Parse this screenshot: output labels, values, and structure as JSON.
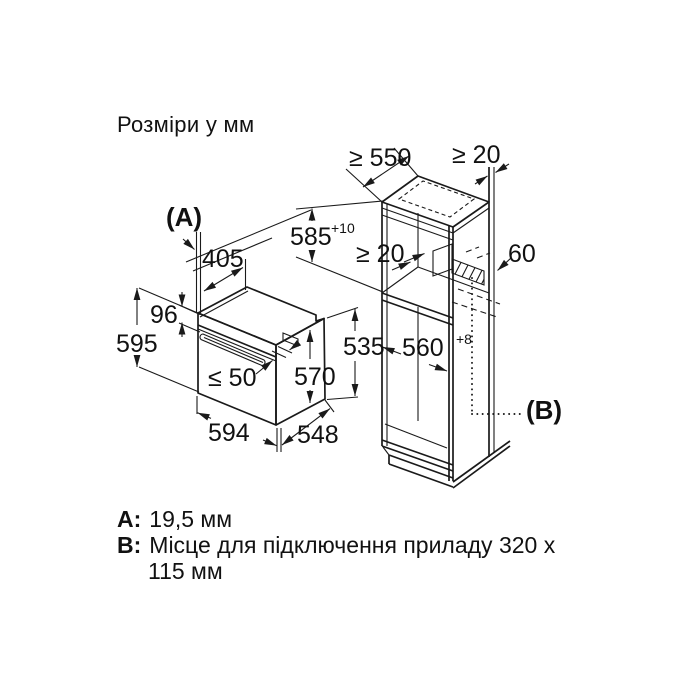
{
  "title": "Розміри у мм",
  "oven": {
    "dims": {
      "a_ref": "(A)",
      "top_depth": "405",
      "panel_height": "96",
      "height": "595",
      "handle_clearance": "≤ 50",
      "body_height": "570",
      "width": "594",
      "depth": "548",
      "rear_height": "535"
    }
  },
  "niche": {
    "dims": {
      "depth_min": "≥ 550",
      "top_gap_min": "≥ 20",
      "height": "585",
      "height_tol": "+10",
      "vent_gap_min": "≥ 20",
      "vent_height": "60",
      "width": "560",
      "width_tol": "+8",
      "b_ref": "(B)"
    }
  },
  "notes": {
    "a_key": "A:",
    "a_text": "19,5 мм",
    "b_key": "B:",
    "b_line1": "Місце для підключення приладу 320 x",
    "b_line2": "115 мм"
  },
  "colors": {
    "line": "#1a1a1a",
    "background": "#ffffff"
  }
}
